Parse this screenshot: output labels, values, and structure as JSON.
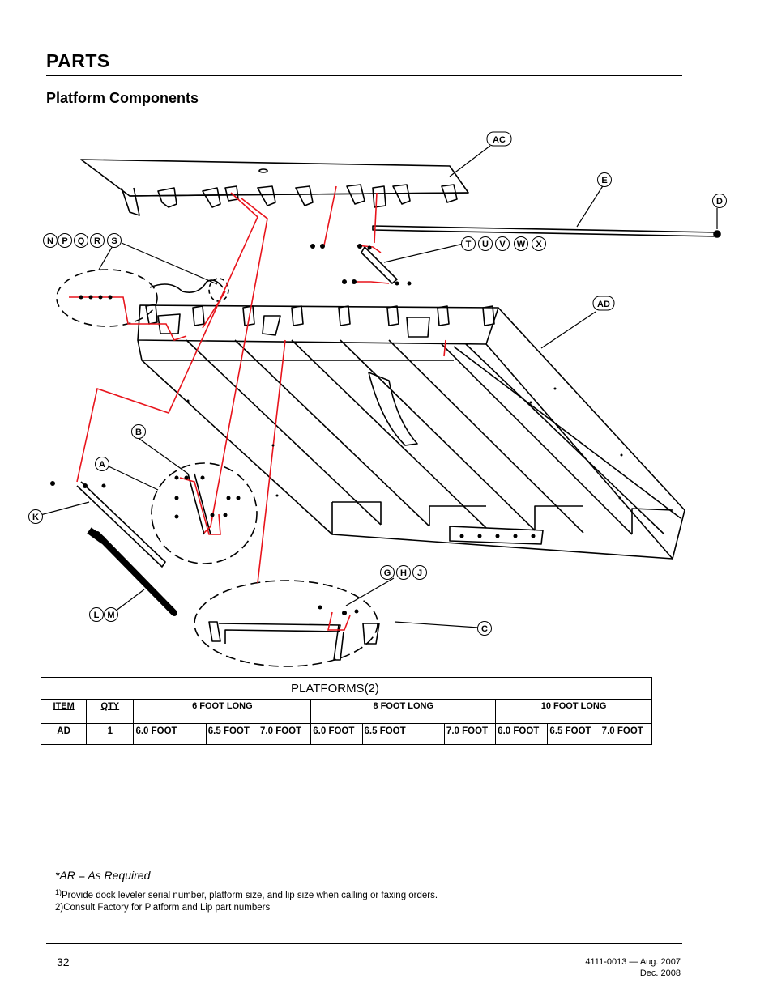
{
  "page": {
    "heading": "PARTS",
    "subheading": "Platform Components"
  },
  "callouts": {
    "ac": "AC",
    "e": "E",
    "d": "D",
    "ad": "AD",
    "b": "B",
    "a": "A",
    "k": "K",
    "c": "C",
    "npqrs": [
      "N",
      "P",
      "Q",
      "R",
      "S"
    ],
    "tuvwx": [
      "T",
      "U",
      "V",
      "W",
      "X"
    ],
    "ghj": [
      "G",
      "H",
      "J"
    ],
    "lm": [
      "L",
      "M"
    ]
  },
  "table": {
    "caption": "PLATFORMS(2)",
    "headers": {
      "item": "ITEM",
      "qty": "QTY",
      "six_foot": "6 FOOT LONG",
      "eight_foot": "8 FOOT LONG",
      "ten_foot": "10 FOOT LONG"
    },
    "row": {
      "item": "AD",
      "qty": "1",
      "cells": [
        "6.0 FOOT",
        "6.5 FOOT",
        "7.0 FOOT",
        "6.0 FOOT",
        "6.5 FOOT",
        "7.0 FOOT",
        "6.0 FOOT",
        "6.5 FOOT",
        "7.0 FOOT"
      ]
    }
  },
  "notes": {
    "as_required": "*AR = As Required",
    "footnote1_marker": "1)",
    "footnote1": "Provide dock leveler serial number, platform size, and lip size when calling or faxing orders.",
    "footnote2": "2)Consult Factory for Platform and Lip part numbers"
  },
  "footer": {
    "page_number": "32",
    "doc_number": "4111-0013 — Aug. 2007",
    "revision": "Dec. 2008"
  },
  "colors": {
    "leader_red": "#e8141c",
    "ink": "#000000"
  }
}
